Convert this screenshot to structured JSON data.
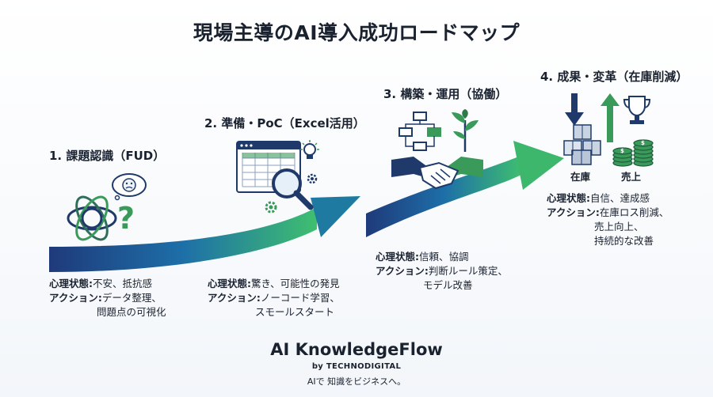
{
  "title": "現場主導のAI導入成功ロードマップ",
  "stages": [
    {
      "title": "1. 課題認識（FUD）",
      "mind_label": "心理状態: ",
      "mind_value": "不安、抵抗感",
      "action_label": "アクション: ",
      "action_lines": [
        "データ整理、",
        "問題点の可視化"
      ]
    },
    {
      "title": "2. 準備・PoC（Excel活用）",
      "mind_label": "心理状態: ",
      "mind_value": "驚き、可能性の発見",
      "action_label": "アクション: ",
      "action_lines": [
        "ノーコード学習、",
        "スモールスタート"
      ]
    },
    {
      "title": "3. 構築・運用（協働）",
      "mind_label": "心理状態: ",
      "mind_value": "信頼、協調",
      "action_label": "アクション: ",
      "action_lines": [
        "判断ルール策定、",
        "モデル改善"
      ]
    },
    {
      "title": "4. 成果・変革（在庫削減）",
      "mind_label": "心理状態: ",
      "mind_value": "自信、達成感",
      "action_label": "アクション: ",
      "action_lines": [
        "在庫ロス削減、",
        "売上向上、",
        "持続的な改善"
      ],
      "inventory_caption": "在庫",
      "sales_caption": "売上"
    }
  ],
  "brand": {
    "name": "AI KnowledgeFlow",
    "by": "by TECHNODIGITAL",
    "tagline": "AIで 知識をビジネスへ。"
  },
  "colors": {
    "arrow_start": "#1f3a7a",
    "arrow_mid": "#1d6fa8",
    "arrow_end": "#3fbf6f",
    "icon_navy": "#1f3a6a",
    "icon_green": "#3a9a5a"
  },
  "icons": [
    "brain-knot-icon",
    "worried-face-icon",
    "question-mark-icon",
    "spreadsheet-icon",
    "magnifier-icon",
    "lightbulb-icon",
    "gear-icon",
    "flowchart-icon",
    "sprout-icon",
    "handshake-icon",
    "down-arrow-icon",
    "up-arrow-icon",
    "trophy-icon",
    "boxes-icon",
    "coins-icon"
  ]
}
